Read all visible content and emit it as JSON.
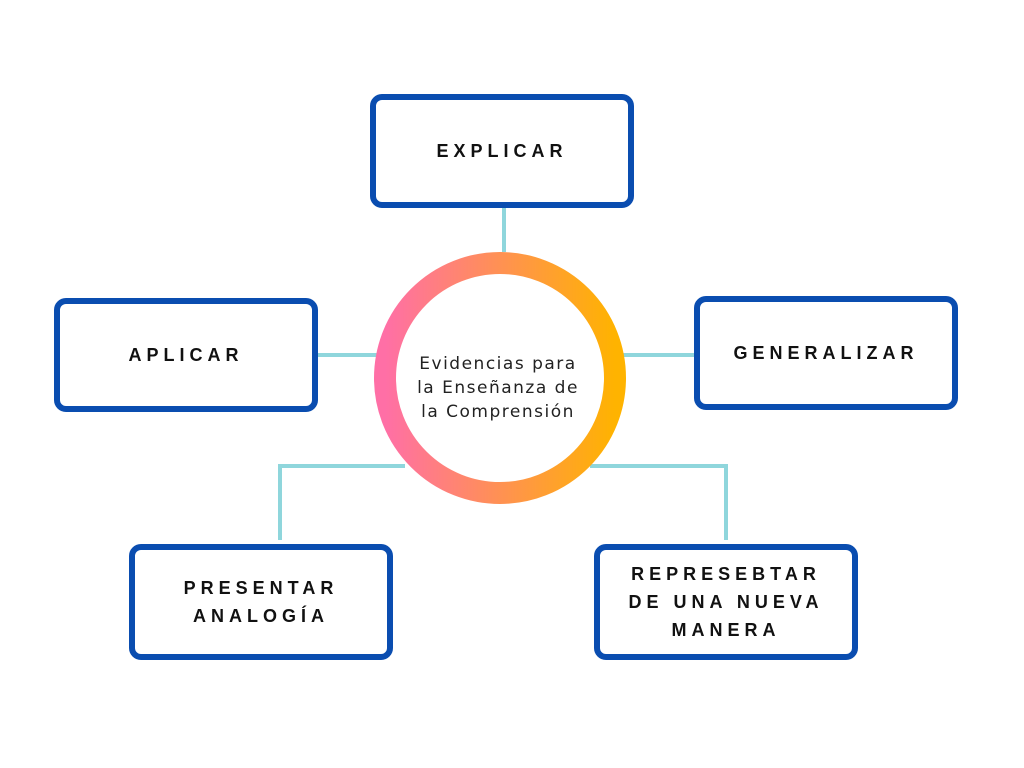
{
  "diagram": {
    "center": {
      "label": "Evidencias para\nla Enseñanza de\nla Comprensión"
    },
    "nodes": {
      "top": {
        "label": "EXPLICAR"
      },
      "left": {
        "label": "APLICAR"
      },
      "right": {
        "label": "GENERALIZAR"
      },
      "bottom_left": {
        "label": "PRESENTAR\nANALOGÍA"
      },
      "bottom_right": {
        "label": "REPRESEBTAR\nDE UNA NUEVA\nMANERA"
      }
    },
    "colors": {
      "box_border": "#0a4db0",
      "connector": "#8fd6dc",
      "ring_gradient_start": "#ff6fa6",
      "ring_gradient_end": "#ffb300"
    }
  }
}
